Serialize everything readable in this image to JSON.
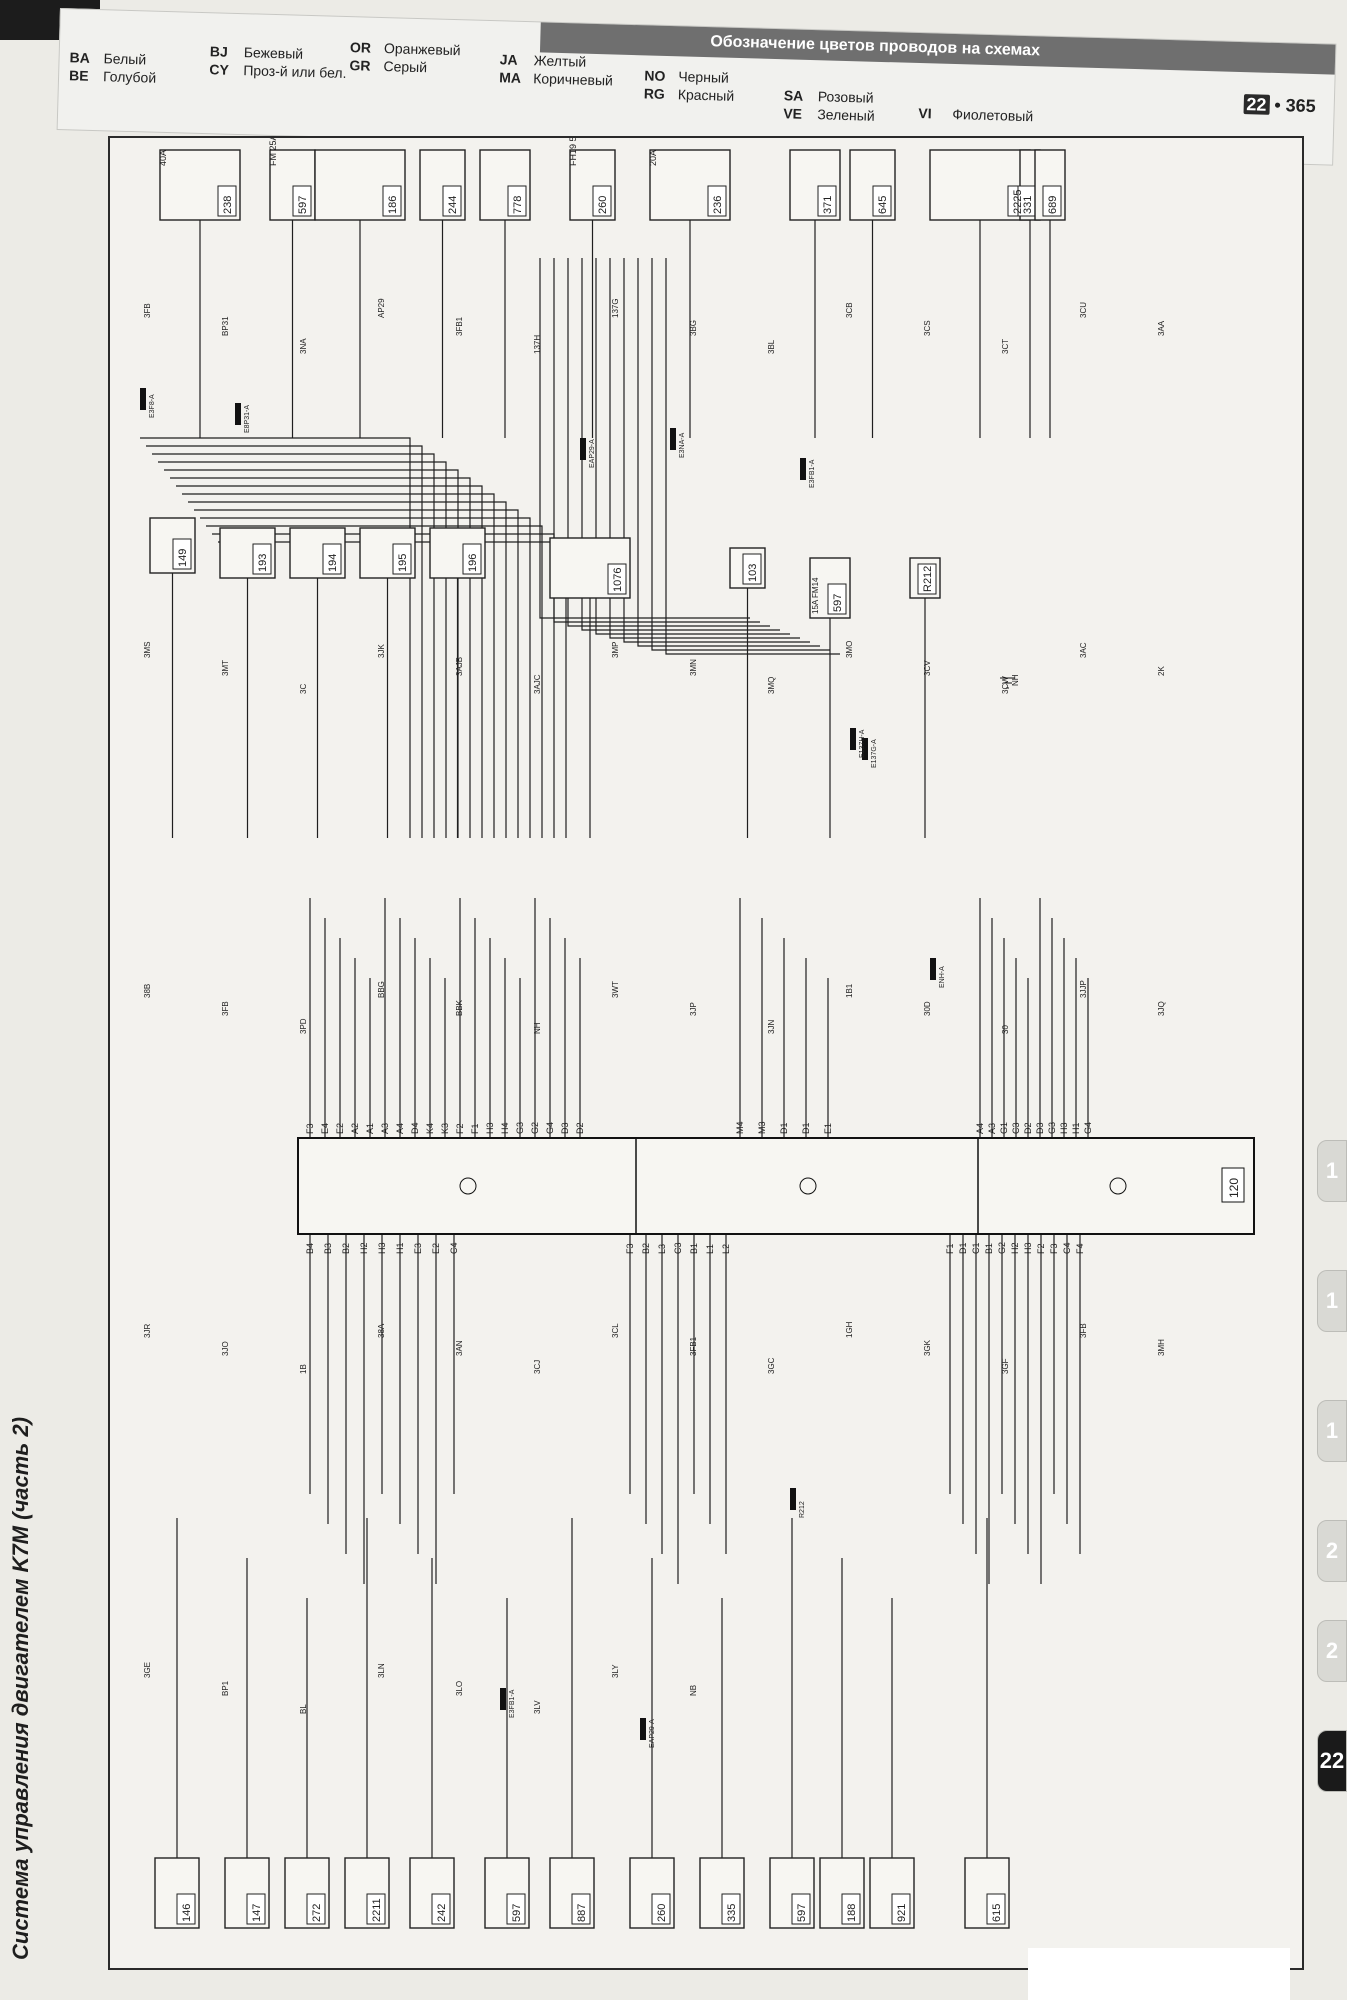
{
  "legend": {
    "title": "Обозначение цветов проводов на схемах",
    "page_number": "365",
    "section": "22",
    "colors": [
      {
        "code": "BA",
        "name": "Белый"
      },
      {
        "code": "BE",
        "name": "Голубой"
      },
      {
        "code": "BJ",
        "name": "Бежевый"
      },
      {
        "code": "CY",
        "name": "Проз-й или бел."
      },
      {
        "code": "OR",
        "name": "Оранжевый"
      },
      {
        "code": "GR",
        "name": "Серый"
      },
      {
        "code": "JA",
        "name": "Желтый"
      },
      {
        "code": "MA",
        "name": "Коричневый"
      },
      {
        "code": "NO",
        "name": "Черный"
      },
      {
        "code": "RG",
        "name": "Красный"
      },
      {
        "code": "SA",
        "name": "Розовый"
      },
      {
        "code": "VE",
        "name": "Зеленый"
      },
      {
        "code": "VI",
        "name": "Фиолетовый"
      }
    ]
  },
  "page_title": "Система управления двигателем K7M (часть 2)",
  "side_tabs": [
    "1",
    "1",
    "1",
    "2",
    "2",
    "22"
  ],
  "ecu": {
    "id": "120",
    "pins_right_a": [
      "F3",
      "E4",
      "E2",
      "A2",
      "A1",
      "A3",
      "A4",
      "D4",
      "K4",
      "K3",
      "F2",
      "F1",
      "H3",
      "H4",
      "G3",
      "G2",
      "G4",
      "D3",
      "D2"
    ],
    "pins_right_b": [
      "M4",
      "M3",
      "D1",
      "D1",
      "E1"
    ],
    "pins_right_c": [
      "A4",
      "A3",
      "G1",
      "C3",
      "D2",
      "D3",
      "G3",
      "H3",
      "H1",
      "G4"
    ],
    "pins_left_a": [
      "B4",
      "B3",
      "B2",
      "H2",
      "H3",
      "H1",
      "E3",
      "E2",
      "C4"
    ],
    "pins_left_b": [
      "F3",
      "B2",
      "L3",
      "C3",
      "B1",
      "L1",
      "L2"
    ],
    "pins_left_c": [
      "F1",
      "D1",
      "C1",
      "B1",
      "G2",
      "H2",
      "H3",
      "F2",
      "F3",
      "C4",
      "F4"
    ]
  },
  "components_top": [
    {
      "id": "238",
      "label": "40A"
    },
    {
      "id": "597",
      "label": "FM 25A"
    },
    {
      "id": "186",
      "label": ""
    },
    {
      "id": "244",
      "label": ""
    },
    {
      "id": "778",
      "label": ""
    },
    {
      "id": "260",
      "label": "FH19 5A"
    },
    {
      "id": "236",
      "label": "20A"
    },
    {
      "id": "371",
      "label": ""
    },
    {
      "id": "645",
      "label": ""
    },
    {
      "id": "2225",
      "label": ""
    },
    {
      "id": "331",
      "label": ""
    },
    {
      "id": "689",
      "label": ""
    }
  ],
  "components_middle": [
    {
      "id": "149"
    },
    {
      "id": "193"
    },
    {
      "id": "194"
    },
    {
      "id": "195"
    },
    {
      "id": "196"
    },
    {
      "id": "1076"
    },
    {
      "id": "103"
    },
    {
      "id": "597",
      "label": "15A FM14"
    },
    {
      "id": "R212"
    }
  ],
  "components_bottom": [
    {
      "id": "146"
    },
    {
      "id": "147"
    },
    {
      "id": "272"
    },
    {
      "id": "2211"
    },
    {
      "id": "242"
    },
    {
      "id": "597"
    },
    {
      "id": "887"
    },
    {
      "id": "260"
    },
    {
      "id": "335"
    },
    {
      "id": "597"
    },
    {
      "id": "188"
    },
    {
      "id": "921"
    },
    {
      "id": "615"
    }
  ],
  "connectors": [
    "E3F8-A",
    "E8P31-A",
    "E3NA-A",
    "EAP29-A",
    "E3FB1-A",
    "E137H-A",
    "E137G-A",
    "ENH-A",
    "EAP29-A",
    "E3FB1-A",
    "R212"
  ],
  "wire_labels": [
    "3FB",
    "BP31",
    "3NA",
    "AP29",
    "3FB1",
    "137H",
    "137G",
    "3BG",
    "3BL",
    "3CB",
    "3CS",
    "3CT",
    "3CU",
    "3AA",
    "3MS",
    "3MT",
    "3C",
    "3JK",
    "3AJB",
    "3AJC",
    "3MP",
    "3MN",
    "3MQ",
    "3MO",
    "3CV",
    "3CW",
    "3AC",
    "2K",
    "38B",
    "3FB",
    "3PD",
    "BBG",
    "BBK",
    "NH",
    "3WT",
    "3JP",
    "3JN",
    "1B1",
    "30D",
    "30",
    "3JJP",
    "3JQ",
    "3JR",
    "3JO",
    "1B",
    "38A",
    "3AN",
    "3CJ",
    "3CL",
    "3FB1",
    "3GC",
    "1GH",
    "3GK",
    "3GF",
    "3FB",
    "3MH",
    "3GE",
    "BP1",
    "BL",
    "3LN",
    "3LO",
    "3LV",
    "3LY",
    "NB"
  ],
  "colors": {
    "wire": "#1f1f1f",
    "paper": "#f3f2ee",
    "header": "#6f6f6f"
  }
}
